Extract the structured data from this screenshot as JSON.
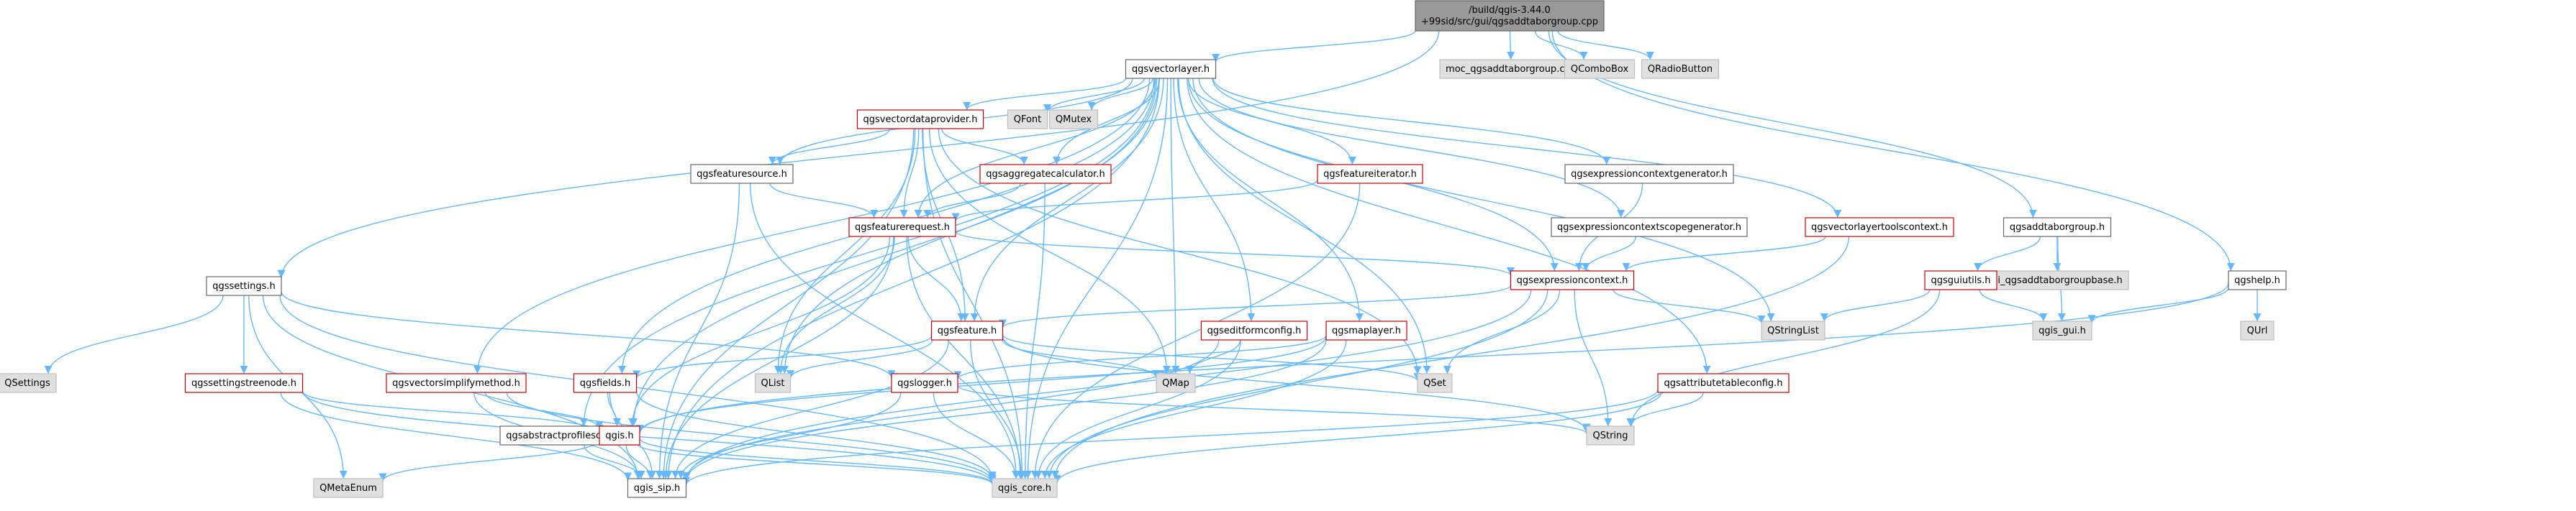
{
  "colors": {
    "edge": "#63b8ff",
    "edge_root": "#63b8ff",
    "border_default": "#666666",
    "border_focus": "#666666",
    "border_red": "#cc0000",
    "border_gray": "#bfbfbf",
    "fill_default": "#ffffff",
    "fill_focus": "#999999",
    "fill_external": "#e0e0e0"
  },
  "nodes": [
    {
      "id": "root",
      "label": [
        "/build/qgis-3.44.0",
        "+99sid/src/gui/qgsaddtaborgroup.cpp"
      ],
      "style": "focus"
    },
    {
      "id": "vectorlayer",
      "label": [
        "qgsvectorlayer.h"
      ],
      "style": "default"
    },
    {
      "id": "moc",
      "label": [
        "moc_qgsaddtaborgroup.cpp"
      ],
      "style": "external"
    },
    {
      "id": "qcombobox",
      "label": [
        "QComboBox"
      ],
      "style": "external"
    },
    {
      "id": "qradiobutton",
      "label": [
        "QRadioButton"
      ],
      "style": "external"
    },
    {
      "id": "vdp",
      "label": [
        "qgsvectordataprovider.h"
      ],
      "style": "red"
    },
    {
      "id": "qfont",
      "label": [
        "QFont"
      ],
      "style": "external"
    },
    {
      "id": "qmutex",
      "label": [
        "QMutex"
      ],
      "style": "external"
    },
    {
      "id": "featuresource",
      "label": [
        "qgsfeaturesource.h"
      ],
      "style": "default"
    },
    {
      "id": "aggregate",
      "label": [
        "qgsaggregatecalculator.h"
      ],
      "style": "red"
    },
    {
      "id": "featureiterator",
      "label": [
        "qgsfeatureiterator.h"
      ],
      "style": "red"
    },
    {
      "id": "exprctxgen",
      "label": [
        "qgsexpressioncontextgenerator.h"
      ],
      "style": "default"
    },
    {
      "id": "addtab",
      "label": [
        "qgsaddtaborgroup.h"
      ],
      "style": "default"
    },
    {
      "id": "featurerequest",
      "label": [
        "qgsfeaturerequest.h"
      ],
      "style": "red"
    },
    {
      "id": "exprscope",
      "label": [
        "qgsexpressioncontextscopegenerator.h"
      ],
      "style": "default"
    },
    {
      "id": "vltoolsctx",
      "label": [
        "qgsvectorlayertoolscontext.h"
      ],
      "style": "red"
    },
    {
      "id": "exprctx",
      "label": [
        "qgsexpressioncontext.h"
      ],
      "style": "red"
    },
    {
      "id": "uiaddtab",
      "label": [
        "ui_qgsaddtaborgroupbase.h"
      ],
      "style": "external"
    },
    {
      "id": "guiutils",
      "label": [
        "qgsguiutils.h"
      ],
      "style": "red"
    },
    {
      "id": "help",
      "label": [
        "qgshelp.h"
      ],
      "style": "default"
    },
    {
      "id": "settings",
      "label": [
        "qgssettings.h"
      ],
      "style": "default"
    },
    {
      "id": "feature",
      "label": [
        "qgsfeature.h"
      ],
      "style": "red"
    },
    {
      "id": "editform",
      "label": [
        "qgseditformconfig.h"
      ],
      "style": "red"
    },
    {
      "id": "maplayer",
      "label": [
        "qgsmaplayer.h"
      ],
      "style": "red"
    },
    {
      "id": "qstringlist",
      "label": [
        "QStringList"
      ],
      "style": "external"
    },
    {
      "id": "qgisgui",
      "label": [
        "qgis_gui.h"
      ],
      "style": "external"
    },
    {
      "id": "qurl",
      "label": [
        "QUrl"
      ],
      "style": "external"
    },
    {
      "id": "qsettings",
      "label": [
        "QSettings"
      ],
      "style": "external"
    },
    {
      "id": "settingstree",
      "label": [
        "qgssettingstreenode.h"
      ],
      "style": "red"
    },
    {
      "id": "simplify",
      "label": [
        "qgsvectorsimplifymethod.h"
      ],
      "style": "red"
    },
    {
      "id": "fields",
      "label": [
        "qgsfields.h"
      ],
      "style": "red"
    },
    {
      "id": "qlist",
      "label": [
        "QList"
      ],
      "style": "external"
    },
    {
      "id": "logger",
      "label": [
        "qgslogger.h"
      ],
      "style": "red"
    },
    {
      "id": "qmap",
      "label": [
        "QMap"
      ],
      "style": "external"
    },
    {
      "id": "qset",
      "label": [
        "QSet"
      ],
      "style": "external"
    },
    {
      "id": "attrtable",
      "label": [
        "qgsattributetableconfig.h"
      ],
      "style": "red"
    },
    {
      "id": "absprofile",
      "label": [
        "qgsabstractprofilesource.h"
      ],
      "style": "default"
    },
    {
      "id": "qgis",
      "label": [
        "qgis.h"
      ],
      "style": "red"
    },
    {
      "id": "qstring",
      "label": [
        "QString"
      ],
      "style": "external"
    },
    {
      "id": "qmetaenum",
      "label": [
        "QMetaEnum"
      ],
      "style": "external"
    },
    {
      "id": "qgissip",
      "label": [
        "qgis_sip.h"
      ],
      "style": "default"
    },
    {
      "id": "qgiscore",
      "label": [
        "qgis_core.h"
      ],
      "style": "external"
    }
  ],
  "edges": [
    [
      "root",
      "vectorlayer"
    ],
    [
      "root",
      "moc"
    ],
    [
      "root",
      "qcombobox"
    ],
    [
      "root",
      "qradiobutton"
    ],
    [
      "root",
      "addtab"
    ],
    [
      "root",
      "help"
    ],
    [
      "root",
      "settings"
    ],
    [
      "vectorlayer",
      "vdp"
    ],
    [
      "vectorlayer",
      "qfont"
    ],
    [
      "vectorlayer",
      "qmutex"
    ],
    [
      "vectorlayer",
      "featuresource"
    ],
    [
      "vectorlayer",
      "aggregate"
    ],
    [
      "vectorlayer",
      "featureiterator"
    ],
    [
      "vectorlayer",
      "exprctxgen"
    ],
    [
      "vectorlayer",
      "featurerequest"
    ],
    [
      "vectorlayer",
      "exprscope"
    ],
    [
      "vectorlayer",
      "vltoolsctx"
    ],
    [
      "vectorlayer",
      "exprctx"
    ],
    [
      "vectorlayer",
      "feature"
    ],
    [
      "vectorlayer",
      "editform"
    ],
    [
      "vectorlayer",
      "maplayer"
    ],
    [
      "vectorlayer",
      "qstringlist"
    ],
    [
      "vectorlayer",
      "simplify"
    ],
    [
      "vectorlayer",
      "fields"
    ],
    [
      "vectorlayer",
      "qlist"
    ],
    [
      "vectorlayer",
      "qmap"
    ],
    [
      "vectorlayer",
      "qset"
    ],
    [
      "vectorlayer",
      "attrtable"
    ],
    [
      "vectorlayer",
      "absprofile"
    ],
    [
      "vectorlayer",
      "qgis"
    ],
    [
      "vectorlayer",
      "qgissip"
    ],
    [
      "vectorlayer",
      "qgiscore"
    ],
    [
      "vdp",
      "featuresource"
    ],
    [
      "vdp",
      "aggregate"
    ],
    [
      "vdp",
      "featurerequest"
    ],
    [
      "vdp",
      "feature"
    ],
    [
      "vdp",
      "qmap"
    ],
    [
      "vdp",
      "qset"
    ],
    [
      "vdp",
      "qlist"
    ],
    [
      "vdp",
      "qgissip"
    ],
    [
      "vdp",
      "qgiscore"
    ],
    [
      "featuresource",
      "featurerequest"
    ],
    [
      "featuresource",
      "qgissip"
    ],
    [
      "featuresource",
      "qgiscore"
    ],
    [
      "aggregate",
      "featurerequest"
    ],
    [
      "aggregate",
      "qgiscore"
    ],
    [
      "featureiterator",
      "featurerequest"
    ],
    [
      "featureiterator",
      "qgiscore"
    ],
    [
      "exprctxgen",
      "exprctx"
    ],
    [
      "exprscope",
      "exprctx"
    ],
    [
      "vltoolsctx",
      "exprctx"
    ],
    [
      "vltoolsctx",
      "qgiscore"
    ],
    [
      "featurerequest",
      "exprctx"
    ],
    [
      "featurerequest",
      "feature"
    ],
    [
      "featurerequest",
      "qlist"
    ],
    [
      "featurerequest",
      "qgis"
    ],
    [
      "featurerequest",
      "qgissip"
    ],
    [
      "featurerequest",
      "qgiscore"
    ],
    [
      "exprctx",
      "feature"
    ],
    [
      "exprctx",
      "qstringlist"
    ],
    [
      "exprctx",
      "qset"
    ],
    [
      "exprctx",
      "qstring"
    ],
    [
      "exprctx",
      "qgissip"
    ],
    [
      "exprctx",
      "qgiscore"
    ],
    [
      "addtab",
      "guiutils"
    ],
    [
      "addtab",
      "uiaddtab"
    ],
    [
      "addtab",
      "qgisgui"
    ],
    [
      "guiutils",
      "qstringlist"
    ],
    [
      "guiutils",
      "qgisgui"
    ],
    [
      "guiutils",
      "qstring"
    ],
    [
      "help",
      "qgisgui"
    ],
    [
      "help",
      "qurl"
    ],
    [
      "help",
      "qgis"
    ],
    [
      "settings",
      "qsettings"
    ],
    [
      "settings",
      "settingstree"
    ],
    [
      "settings",
      "logger"
    ],
    [
      "settings",
      "qmetaenum"
    ],
    [
      "settings",
      "qgissip"
    ],
    [
      "settings",
      "qgiscore"
    ],
    [
      "feature",
      "fields"
    ],
    [
      "feature",
      "qlist"
    ],
    [
      "feature",
      "qmap"
    ],
    [
      "feature",
      "qset"
    ],
    [
      "feature",
      "qstring"
    ],
    [
      "feature",
      "qgissip"
    ],
    [
      "feature",
      "qgiscore"
    ],
    [
      "editform",
      "qmap"
    ],
    [
      "editform",
      "qgissip"
    ],
    [
      "editform",
      "qgiscore"
    ],
    [
      "maplayer",
      "logger"
    ],
    [
      "maplayer",
      "qgis"
    ],
    [
      "maplayer",
      "qgissip"
    ],
    [
      "maplayer",
      "qgiscore"
    ],
    [
      "settingstree",
      "qgis"
    ],
    [
      "settingstree",
      "qgissip"
    ],
    [
      "settingstree",
      "qgiscore"
    ],
    [
      "simplify",
      "qgis"
    ],
    [
      "simplify",
      "qgissip"
    ],
    [
      "simplify",
      "qgiscore"
    ],
    [
      "fields",
      "qgis"
    ],
    [
      "fields",
      "qgissip"
    ],
    [
      "fields",
      "qgiscore"
    ],
    [
      "logger",
      "qgissip"
    ],
    [
      "logger",
      "qgiscore"
    ],
    [
      "logger",
      "qstring"
    ],
    [
      "attrtable",
      "qstring"
    ],
    [
      "attrtable",
      "qgissip"
    ],
    [
      "attrtable",
      "qgiscore"
    ],
    [
      "absprofile",
      "qgissip"
    ],
    [
      "absprofile",
      "qgiscore"
    ],
    [
      "qgis",
      "qmetaenum"
    ],
    [
      "qgis",
      "qgissip"
    ],
    [
      "qgis",
      "qgiscore"
    ]
  ]
}
